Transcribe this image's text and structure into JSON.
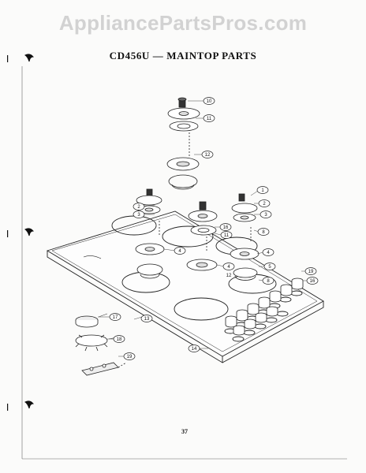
{
  "watermark": "AppliancePartsPros.com",
  "title": "CD456U — MAINTOP PARTS",
  "page_number": "37",
  "callouts": [
    "10",
    "11",
    "12",
    "1",
    "2",
    "3",
    "8",
    "2",
    "3",
    "16",
    "11",
    "4",
    "4",
    "4",
    "12",
    "5",
    "8",
    "19",
    "16",
    "17",
    "13",
    "18",
    "19",
    "14"
  ]
}
